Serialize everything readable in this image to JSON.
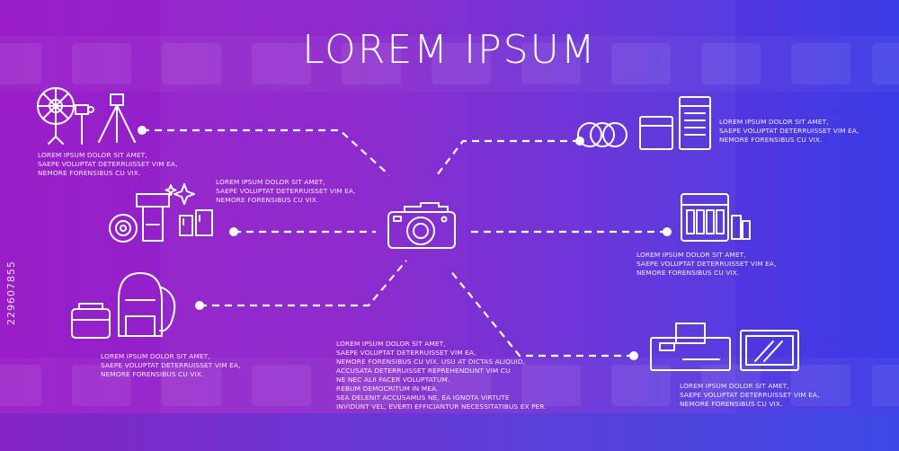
{
  "title": "LOREM IPSUM",
  "side_id": "229607855",
  "colors": {
    "bg_left": "#9a1ec8",
    "bg_right": "#3a3ce6",
    "line": "#ffffff"
  },
  "blocks": [
    {
      "id": "lighting",
      "icon": "studio-lighting-icon",
      "lines": [
        "LOREM IPSUM DOLOR SIT AMET,",
        "SAEPE VOLUPTAT DETERRUISSET VIM EA,",
        "NEMORE FORENSIBUS CU VIX."
      ]
    },
    {
      "id": "flash",
      "icon": "flash-and-lens-icon",
      "lines": [
        "LOREM IPSUM DOLOR SIT AMET,",
        "SAEPE VOLUPTAT DETERRUISSET VIM EA,",
        "NEMORE FORENSIBUS CU VIX."
      ]
    },
    {
      "id": "bags",
      "icon": "camera-bags-icon",
      "lines": [
        "LOREM IPSUM DOLOR SIT AMET,",
        "SAEPE VOLUPTAT DETERRUISSET VIM EA,",
        "NEMORE FORENSIBUS CU VIX."
      ]
    },
    {
      "id": "filters",
      "icon": "filters-and-cases-icon",
      "lines": [
        "LOREM IPSUM DOLOR SIT AMET,",
        "SAEPE VOLUPTAT DETERRUISSET VIM EA,",
        "NEMORE FORENSIBUS CU VIX."
      ]
    },
    {
      "id": "battery",
      "icon": "battery-charger-icon",
      "lines": [
        "LOREM IPSUM DOLOR SIT AMET,",
        "SAEPE VOLUPTAT DETERRUISSET VIM EA,",
        "NEMORE FORENSIBUS CU VIX."
      ]
    },
    {
      "id": "printer",
      "icon": "photo-printer-icon",
      "lines": [
        "LOREM IPSUM DOLOR SIT AMET,",
        "SAEPE VOLUPTAT DETERRUISSET VIM EA,",
        "NEMORE FORENSIBUS CU VIX."
      ]
    },
    {
      "id": "center",
      "icon": "camera-icon",
      "lines": [
        "LOREM IPSUM DOLOR SIT AMET,",
        "SAEPE VOLUPTAT DETERRUISSET VIM EA,",
        "NEMORE FORENSIBUS CU VIX. USU AT DICTAS ALIQUID,",
        "ACCUSATA DETERRUISSET REPREHENDUNT VIM CU",
        "NE NEC ALII FACER VOLUPTATUM.",
        "REBUM DEMOCRITUM IN MEA.",
        "SEA DELENIT ACCUSAMUS NE, EA IGNOTA VIRTUTE",
        "INVIDUNT VEL, EVERTI EFFICIANTUR NECESSITATIBUS EX PER."
      ]
    }
  ]
}
